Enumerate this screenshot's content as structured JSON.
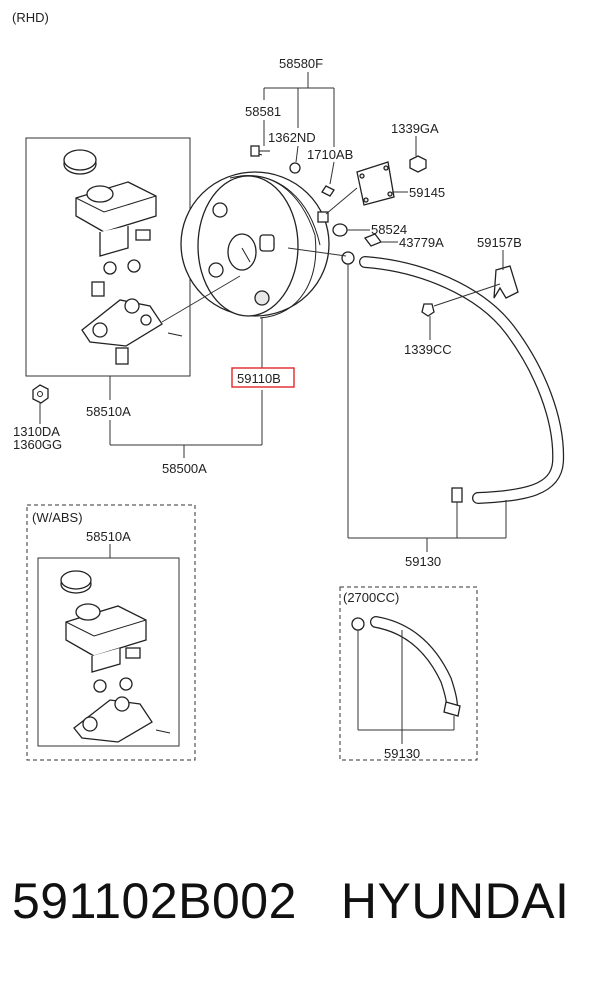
{
  "labels": {
    "rhd": "(RHD)",
    "p58580F": "58580F",
    "p58581": "58581",
    "p1362ND": "1362ND",
    "p1710AB": "1710AB",
    "p1339GA": "1339GA",
    "p59145": "59145",
    "p58524": "58524",
    "p43779A": "43779A",
    "p59157B": "59157B",
    "p1339CC": "1339CC",
    "p59110B": "59110B",
    "p58510A": "58510A",
    "p1310DA": "1310DA",
    "p1360GG": "1360GG",
    "p58500A": "58500A",
    "p59130": "59130",
    "wabs": "(W/ABS)",
    "p58510A_abs": "58510A",
    "cc2700": "(2700CC)",
    "p59130_2700": "59130"
  },
  "caption": {
    "part_number": "591102B002",
    "brand": "HYUNDAI"
  },
  "colors": {
    "highlight": "#e0262b",
    "line": "#333333"
  }
}
